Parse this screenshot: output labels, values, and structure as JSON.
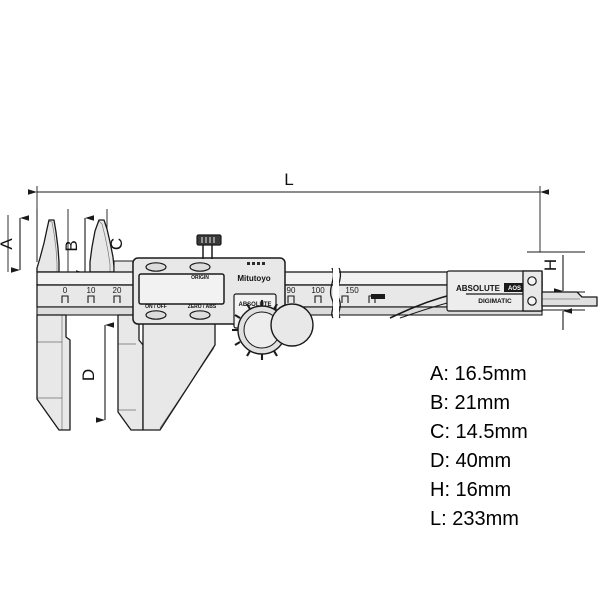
{
  "figure": {
    "title": "Digital Caliper Dimension Diagram",
    "background_color": "#ffffff",
    "line_color": "#1a1a1a",
    "body_fill": "#e8e8e8",
    "body_fill_light": "#f2f2f2",
    "body_fill_dark": "#d0d0d0"
  },
  "dimension_labels": {
    "a": "A",
    "b": "B",
    "c": "C",
    "d": "D",
    "h": "H",
    "l": "L"
  },
  "legend": {
    "items": [
      {
        "key": "A",
        "text": "A: 16.5mm",
        "value": 16.5,
        "unit": "mm"
      },
      {
        "key": "B",
        "text": "B: 21mm",
        "value": 21,
        "unit": "mm"
      },
      {
        "key": "C",
        "text": "C: 14.5mm",
        "value": 14.5,
        "unit": "mm"
      },
      {
        "key": "D",
        "text": "D: 40mm",
        "value": 40,
        "unit": "mm"
      },
      {
        "key": "H",
        "text": "H: 16mm",
        "value": 16,
        "unit": "mm"
      },
      {
        "key": "L",
        "text": "L: 233mm",
        "value": 233,
        "unit": "mm"
      }
    ]
  },
  "caliper": {
    "brand": "Mitutoyo",
    "display": {
      "value": "",
      "origin_label": "ORIGIN",
      "on_off_label": "ON / OFF",
      "zero_abs_label": "ZERO / ABS"
    },
    "slider_badge": {
      "label": "ABSOLUTE"
    },
    "beam_badge": {
      "label": "ABSOLUTE",
      "mark": "AOS",
      "subtitle": "DIGIMATIC"
    },
    "scale_numbers_left": [
      "0",
      "10",
      "20"
    ],
    "scale_numbers_right": [
      "90",
      "100",
      "150"
    ]
  }
}
